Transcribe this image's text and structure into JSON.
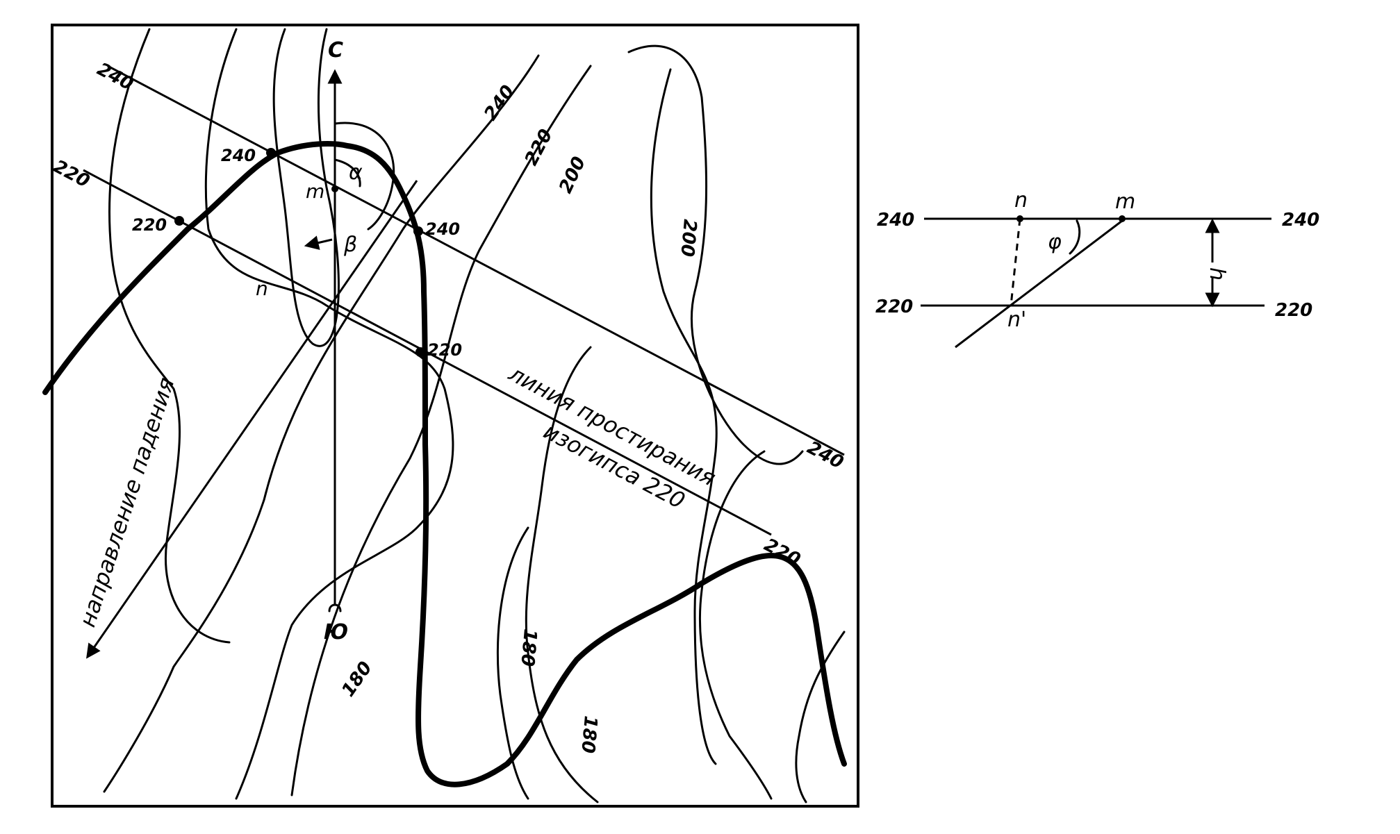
{
  "map": {
    "strike_labels": {
      "tl_240": "240",
      "tl_220": "220",
      "br_240": "240",
      "br_220": "220"
    },
    "points": {
      "p240_left": "240",
      "p220_left": "220",
      "p240_mid": "240",
      "p220_mid": "220",
      "m": "m",
      "n": "n"
    },
    "contours": {
      "c240": "240",
      "c220": "220",
      "c200": "200",
      "c200b": "200",
      "c180": "180",
      "c180b": "180",
      "c180c": "180"
    },
    "compass": {
      "north": "С",
      "south": "Ю"
    },
    "angles": {
      "alpha": "α",
      "beta": "β"
    },
    "annotations": {
      "strike_line": "линия простирания",
      "isohypse": "изогипса 220",
      "dip_direction": "направление падения"
    }
  },
  "section": {
    "left_240": "240",
    "right_240": "240",
    "left_220": "220",
    "right_220": "220",
    "n": "n",
    "m": "m",
    "n_prime": "n'",
    "phi": "φ",
    "h": "h"
  }
}
